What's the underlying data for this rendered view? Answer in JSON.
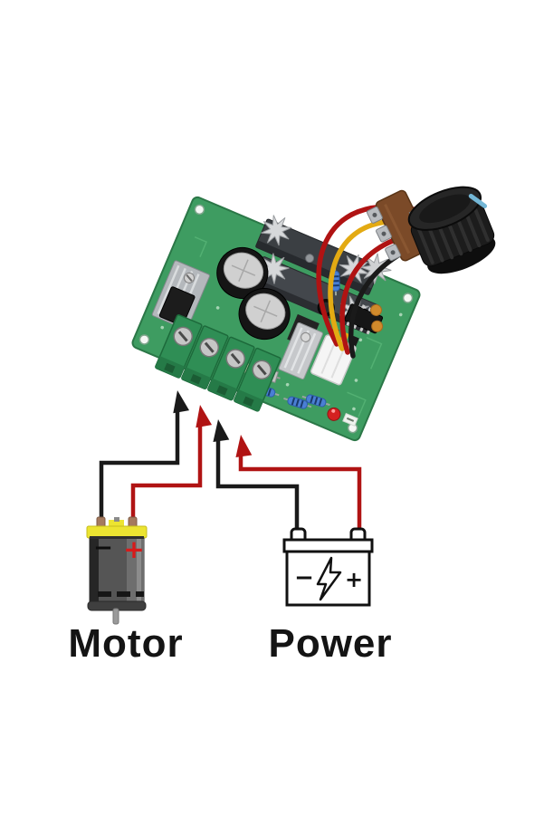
{
  "title": "DC motor speed controller wiring illustration",
  "labels": {
    "motor": "Motor",
    "power": "Power"
  },
  "motor_icon": {
    "name": "dc-motor-icon",
    "negative_symbol": "−",
    "positive_symbol": "+"
  },
  "battery_icon": {
    "name": "power-battery-icon",
    "negative_symbol": "−",
    "positive_symbol": "+",
    "center_icon": "lightning-bolt-icon"
  },
  "controller_board": {
    "name": "pwm-speed-controller-board",
    "components": [
      "green-pcb",
      "screw-terminal-block-4pos",
      "electrolytic-capacitor-x2",
      "star-fin-heatsink-x2",
      "aluminum-heatsink-x2",
      "glass-fuse",
      "blue-resistors",
      "ic-chip",
      "red-led",
      "3-pin-wire-connector",
      "potentiometer",
      "knurled-control-knob"
    ]
  },
  "wiring": {
    "connections": [
      {
        "terminal": 1,
        "wire_color": "black",
        "to": "motor-negative"
      },
      {
        "terminal": 2,
        "wire_color": "red",
        "to": "motor-positive"
      },
      {
        "terminal": 3,
        "wire_color": "black",
        "to": "power-negative"
      },
      {
        "terminal": 4,
        "wire_color": "red",
        "to": "power-positive"
      }
    ]
  },
  "colors": {
    "background": "#ffffff",
    "pcb_green": "#3E9C61",
    "terminal_green": "#2F8E55",
    "wire_red": "#b01313",
    "wire_black": "#1a1a1a",
    "wire_yellow": "#e3aa13",
    "motor_cap_yellow": "#ece431",
    "knob_indicator_blue": "#74b7d6",
    "led_red": "#d42020",
    "label_text": "#141414"
  }
}
